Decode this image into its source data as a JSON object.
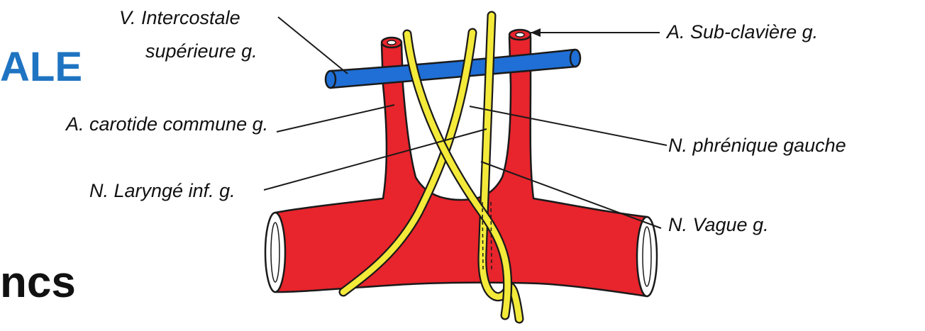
{
  "heading_fragments": {
    "top": "ALE",
    "bottom": "ncs"
  },
  "labels": {
    "intercostal_vein_line1": "V. Intercostale",
    "intercostal_vein_line2": "supérieure g.",
    "carotid": "A. carotide commune g.",
    "laryngeal_nerve": "N. Laryngé inf. g.",
    "subclavian": "A. Sub-clavière g.",
    "phrenic_nerve": "N. phrénique  gauche",
    "vagus_nerve": "N. Vague g."
  },
  "colors": {
    "heading_accent": "#1f74c2",
    "artery": "#e8242c",
    "vein": "#1f6fd6",
    "nerve": "#f4ea3a",
    "outline": "#1a1a1a"
  }
}
